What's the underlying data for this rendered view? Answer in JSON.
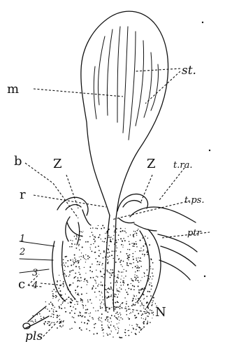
{
  "figure": {
    "labels": {
      "m": "m",
      "st": "st.",
      "b": "b",
      "z_left": "Z",
      "z_right": "Z",
      "tra": "t.ra.",
      "r": "r",
      "tps": "t.ps.",
      "ptr": "ptr",
      "n1": "1",
      "n2": "2",
      "c": "c",
      "n3": "3",
      "n4": "4",
      "n": "N",
      "pls": "pls"
    }
  }
}
